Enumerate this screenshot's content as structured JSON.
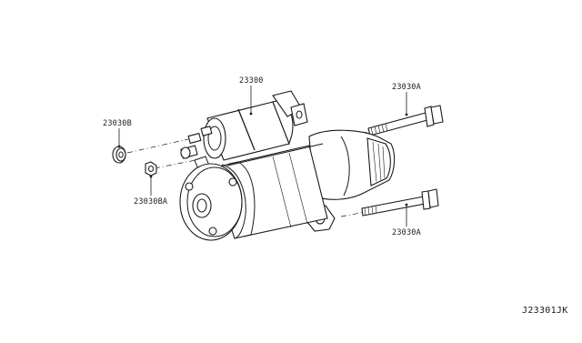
{
  "labels": {
    "starter_motor": "23300",
    "bolt_upper": "23030A",
    "bolt_lower": "23030A",
    "nut_left": "23030B",
    "nut_lower": "23030BA"
  },
  "diagram_id": "J23301JK"
}
